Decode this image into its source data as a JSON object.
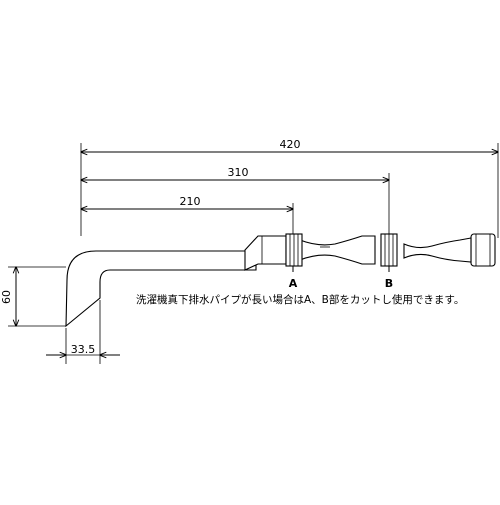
{
  "dimensions": {
    "overall": "420",
    "to_b": "310",
    "to_a": "210",
    "height": "60",
    "offset": "33.5"
  },
  "cut_points": {
    "a": "A",
    "b": "B"
  },
  "note": "洗濯機真下排水パイプが長い場合はA、B部をカットし使用できます。",
  "colors": {
    "line": "#000000",
    "background": "#ffffff"
  }
}
